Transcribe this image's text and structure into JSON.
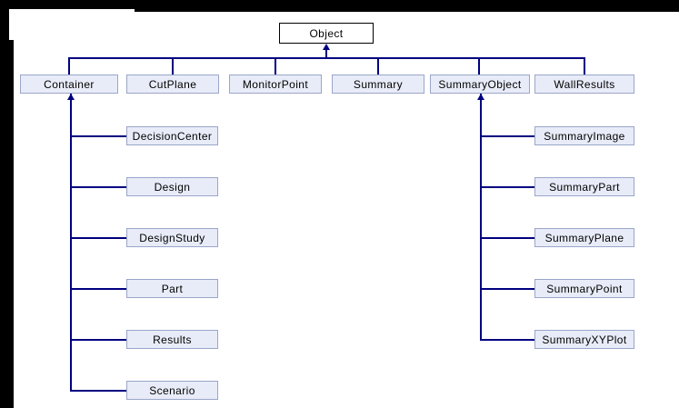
{
  "diagram": {
    "type": "class-inheritance-tree",
    "colors": {
      "background": "#ffffff",
      "frame": "#000000",
      "connector_line": "#000080",
      "node_fill": "#e8ecf8",
      "node_border": "#9aa5c9",
      "root_node_fill": "#ffffff",
      "root_node_border": "#000000",
      "text": "#000000"
    }
  },
  "hierarchy": {
    "root": {
      "label": "Object"
    },
    "children": [
      {
        "label": "Container",
        "children": [
          {
            "label": "DecisionCenter"
          },
          {
            "label": "Design"
          },
          {
            "label": "DesignStudy"
          },
          {
            "label": "Part"
          },
          {
            "label": "Results"
          },
          {
            "label": "Scenario"
          }
        ]
      },
      {
        "label": "CutPlane"
      },
      {
        "label": "MonitorPoint"
      },
      {
        "label": "Summary"
      },
      {
        "label": "SummaryObject",
        "children": [
          {
            "label": "SummaryImage"
          },
          {
            "label": "SummaryPart"
          },
          {
            "label": "SummaryPlane"
          },
          {
            "label": "SummaryPoint"
          },
          {
            "label": "SummaryXYPlot"
          }
        ]
      },
      {
        "label": "WallResults"
      }
    ]
  }
}
